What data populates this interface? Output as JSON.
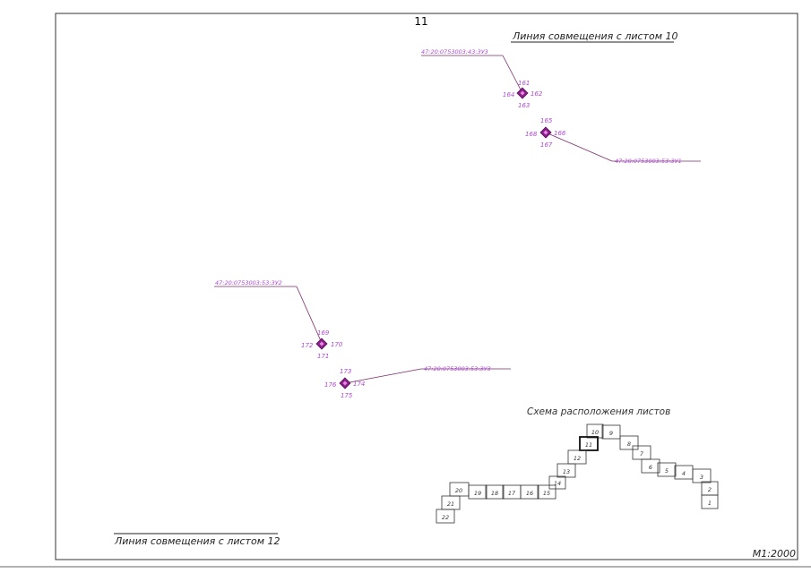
{
  "sheet": {
    "number": "11",
    "top_match_line": "Линия совмещения с листом 10",
    "bottom_match_line": "Линия совмещения с листом 12",
    "scale": "М1:2000"
  },
  "colors": {
    "frame": "#333333",
    "parcel_line": "#7a2a6a",
    "label": "#b04ad8",
    "marker": "#8a1f8a",
    "marker_inner": "#e58ae0",
    "scheme": "#333333"
  },
  "parcels": [
    {
      "cadastral": "47:20:0753003:43:ЗУ3",
      "points": [
        "161",
        "162",
        "163",
        "164"
      ]
    },
    {
      "cadastral": "47:20:0753003:53:ЗУ1",
      "points": [
        "165",
        "166",
        "167",
        "168"
      ]
    },
    {
      "cadastral": "47:20:0753003:53:ЗУ2",
      "points": [
        "169",
        "170",
        "171",
        "172"
      ]
    },
    {
      "cadastral": "47:20:0753003:53:ЗУ3",
      "points": [
        "173",
        "174",
        "175",
        "176"
      ]
    }
  ],
  "scheme": {
    "title": "Схема расположения листов",
    "current_sheet": "11",
    "sheets": [
      "1",
      "2",
      "3",
      "4",
      "5",
      "6",
      "7",
      "8",
      "9",
      "10",
      "11",
      "12",
      "13",
      "14",
      "15",
      "16",
      "17",
      "18",
      "19",
      "20",
      "21",
      "22"
    ]
  }
}
